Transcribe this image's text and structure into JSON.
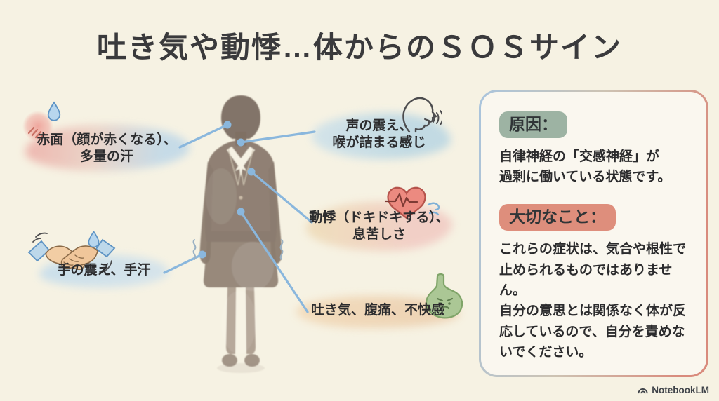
{
  "title": "吐き気や動悸…体からのＳＯＳサイン",
  "symptoms": [
    {
      "id": "blush",
      "label": "赤面（顔が赤くなる）、\n多量の汗",
      "icons": [
        "blush-icon",
        "water-drop-icon"
      ]
    },
    {
      "id": "voice",
      "label": "声の震え、\n喉が詰まる感じ",
      "icons": [
        "speaking-head-icon"
      ]
    },
    {
      "id": "palpitations",
      "label": "動悸（ドキドキする）、\n息苦しさ",
      "icons": [
        "heart-pulse-icon",
        "breath-icon"
      ]
    },
    {
      "id": "hands",
      "label": "手の震え、手汗",
      "icons": [
        "handshake-icon",
        "water-drop-icon"
      ]
    },
    {
      "id": "nausea",
      "label": "吐き気、腹痛、不快感",
      "icons": [
        "stomach-icon"
      ]
    }
  ],
  "panel": {
    "cause_heading": "原因：",
    "cause_body": "自律神経の「交感神経」が\n過剰に働いている状態です。",
    "important_heading": "大切なこと：",
    "important_body": "これらの症状は、気合や根性で止められるものではありません。\n自分の意思とは関係なく体が反応しているので、自分を責めないでください。"
  },
  "footer": {
    "brand": "NotebookLM"
  },
  "colors": {
    "background": "#f6f2e3",
    "connector_blue": "#8ab7dd",
    "badge_green": "#9db3a3",
    "badge_salmon": "#de8e7c",
    "panel_border_blue": "#a9c4dd",
    "panel_border_red": "#d98b7d",
    "silhouette_brown": "#8b7c6f",
    "heart_red": "#ec8a80",
    "stomach_green": "#abc795"
  }
}
